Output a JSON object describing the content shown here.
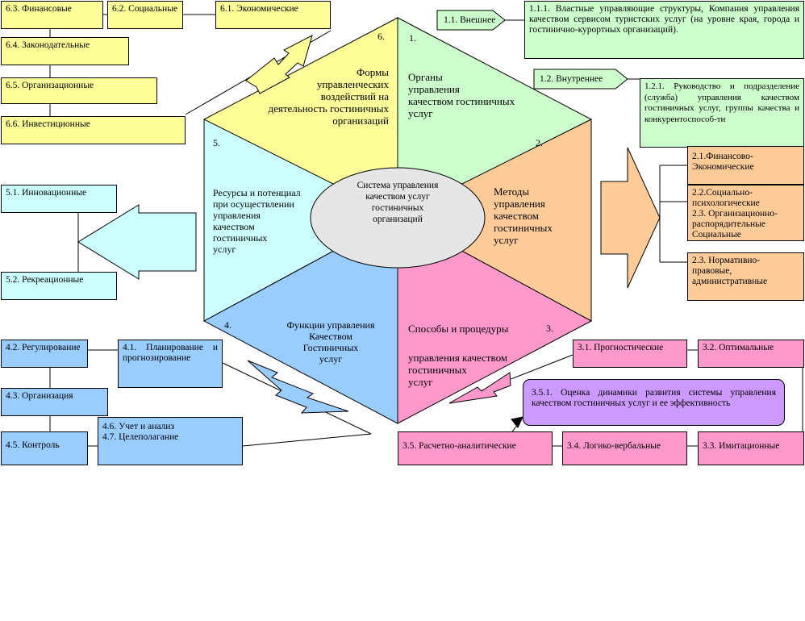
{
  "center": "Система управления\nкачеством услуг\nгостиничных\nорганизаций",
  "segments": {
    "s1": {
      "num": "1.",
      "text": "Органы\nуправления\nкачеством гостиничных\nуслуг"
    },
    "s2": {
      "num": "2.",
      "text": "Методы\nуправления\nкачеством\nгостиничных\nуслуг"
    },
    "s3": {
      "num": "3.",
      "text_a": "Способы и процедуры",
      "text_b": "управления качеством\nгостиничных\nуслуг"
    },
    "s4": {
      "num": "4.",
      "text": "Функции управления\nКачеством\nГостиничных\nуслуг"
    },
    "s5": {
      "num": "5.",
      "text": "Ресурсы и потенциал\nпри осуществлении\nуправления\n качеством\nгостиничных\nуслуг"
    },
    "s6": {
      "num": "6.",
      "text": "Формы\nуправленческих\nвоздействий на\nдеятельность гостиничных\nорганизаций"
    }
  },
  "boxes": {
    "b63": "6.3. Финансовые",
    "b62": "6.2. Социальные",
    "b61": "6.1. Экономические",
    "b64": "6.4. Законодательные",
    "b65": "6.5. Организационные",
    "b66": "6.6. Инвестиционные",
    "b11": "1.1. Внешнее",
    "b111": "1.1.1. Властные управляющие структуры, Компания управления качеством сервисом туристских услуг (на уровне края, города и гостинично-курортных организаций).",
    "b12": "1.2. Внутреннее",
    "b121": "1.2.1. Руководство и подразделение (служба) управления качеством гостиничных услуг, группы качества и конкурентоспособ-ти",
    "b21": "2.1.Финансово-Экономические",
    "b22": "2.2.Социально-психологические\n2.3. Организационно-распорядительные Социальные",
    "b23": "2.3. Нормативно-правовые, административные",
    "b51": "5.1. Инновационные",
    "b52": "5.2. Рекреационные",
    "b42": "4.2. Регулирование",
    "b41": "4.1. Планирование и прогнозирование",
    "b43": "4.3. Организация",
    "b45": "4.5. Контроль",
    "b46": "4.6. Учет и анализ\n4.7. Целеполагание",
    "b31": "3.1. Прогностические",
    "b32": "3.2. Оптимальные",
    "b351": "3.5.1. Оценка динамики развития системы управления качеством гостиничных услуг и ее эффективность",
    "b35": "3.5. Расчетно-аналитические",
    "b34": "3.4. Логико-вербальные",
    "b33": "3.3. Имитационные"
  },
  "colors": {
    "yellow": "#ffff99",
    "green": "#ccffcc",
    "cyan": "#ccffff",
    "blue": "#99ccff",
    "pink": "#ff99cc",
    "orange": "#ffcc99",
    "purple": "#cc99ff",
    "ellipse": "#e6e6e6"
  }
}
